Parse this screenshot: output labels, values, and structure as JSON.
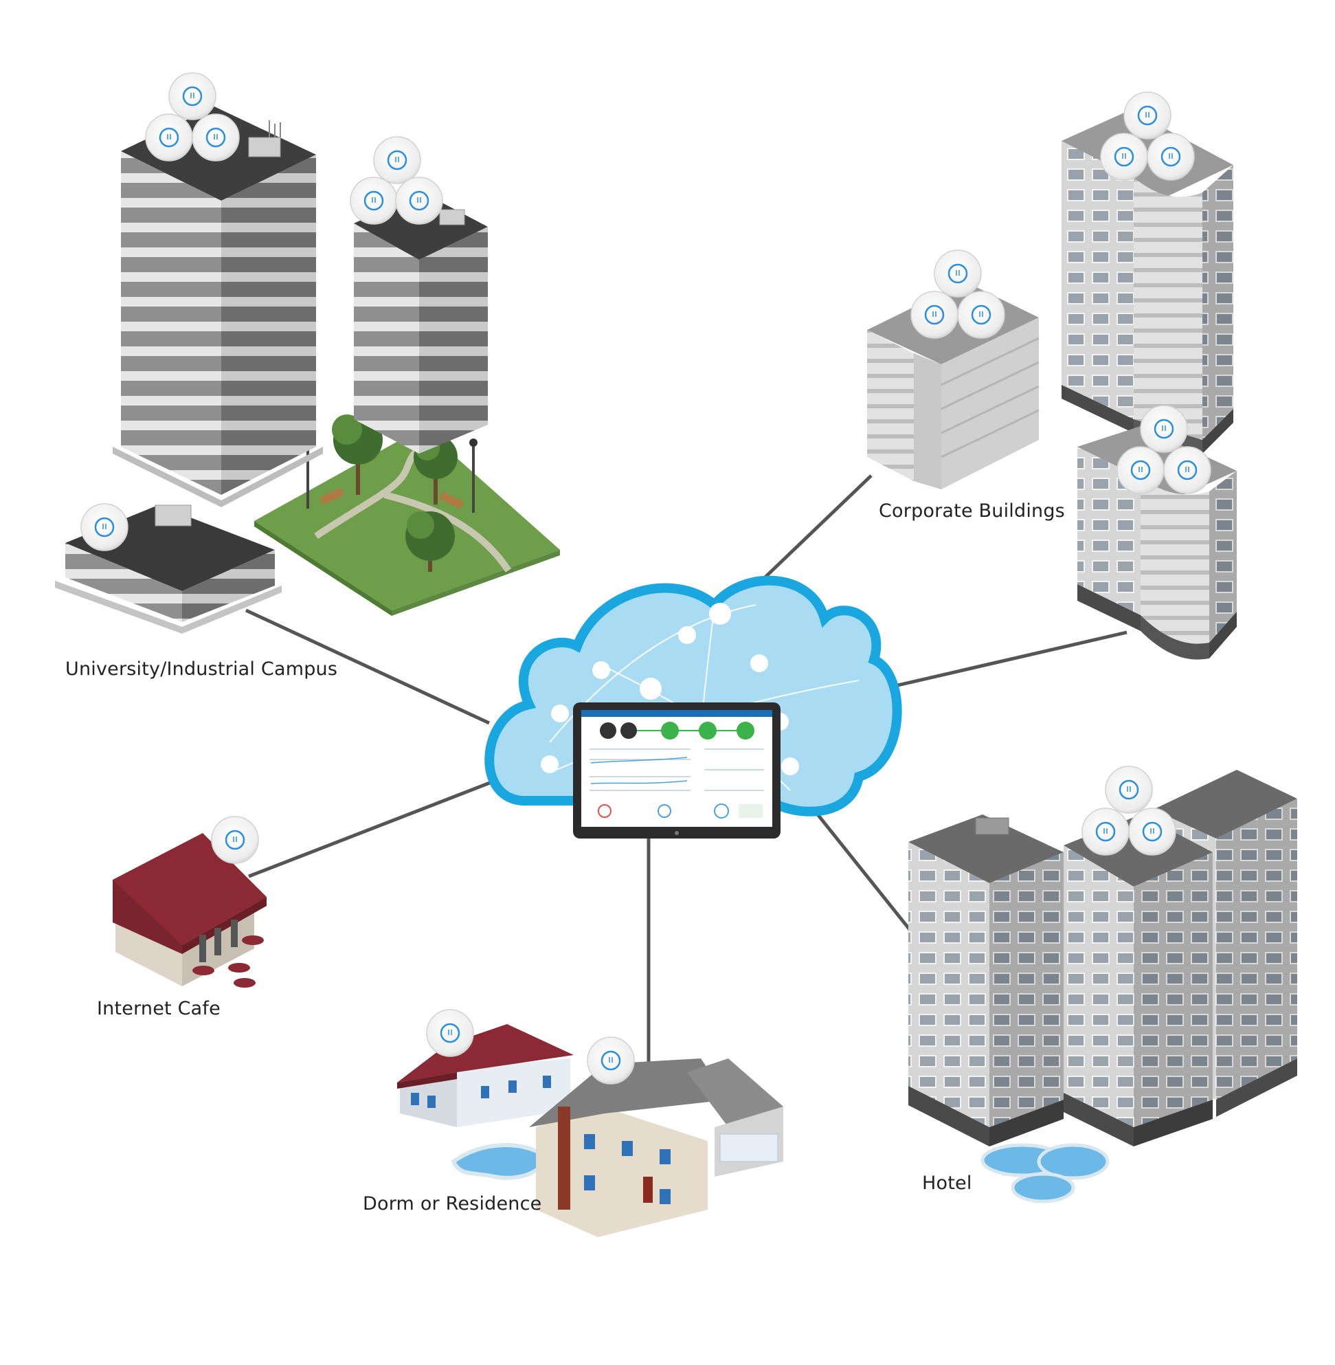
{
  "diagram": {
    "nodes": [
      {
        "id": "campus",
        "label": "University/Industrial Campus"
      },
      {
        "id": "corporate",
        "label": "Corporate Buildings"
      },
      {
        "id": "cafe",
        "label": "Internet Cafe"
      },
      {
        "id": "dorm",
        "label": "Dorm or Residence"
      },
      {
        "id": "hotel",
        "label": "Hotel"
      }
    ],
    "hub": "cloud-controller",
    "edges": [
      [
        "cloud-controller",
        "campus"
      ],
      [
        "cloud-controller",
        "corporate"
      ],
      [
        "cloud-controller",
        "cafe"
      ],
      [
        "cloud-controller",
        "dorm"
      ],
      [
        "cloud-controller",
        "hotel"
      ]
    ]
  },
  "colors": {
    "cloud_outline": "#1aa7e0",
    "cloud_fill": "#a9dcf3",
    "roof_red": "#8b2a35",
    "building_gray": "#8a8a8a",
    "grass": "#6f9e4b",
    "pool": "#6cb8e6",
    "line": "#555555"
  }
}
